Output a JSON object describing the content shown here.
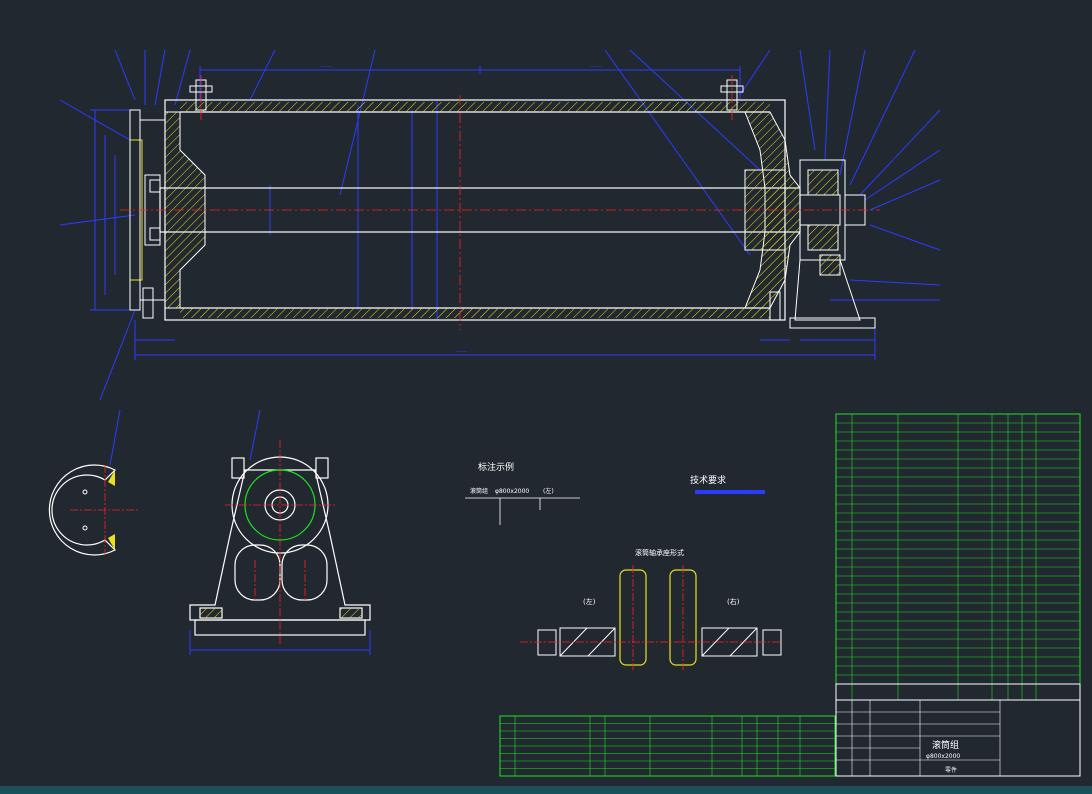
{
  "drawing": {
    "title": "滚筒组",
    "spec": "φ800x2000",
    "subtitle": "零件",
    "section_example_title": "标注示例",
    "section_example_label": "滚筒组",
    "section_example_value": "φ800x2000",
    "section_example_suffix": "(左)",
    "technical_requirements_title": "技术要求",
    "bearing_title": "滚筒轴承座形式",
    "left_label": "(左)",
    "right_label": "(右)"
  },
  "colors": {
    "background": "#212830",
    "outline": "#ffffff",
    "hatch": "#e8e020",
    "dimension": "#2a3cff",
    "centerline": "#ff2020",
    "table": "#20e020"
  }
}
